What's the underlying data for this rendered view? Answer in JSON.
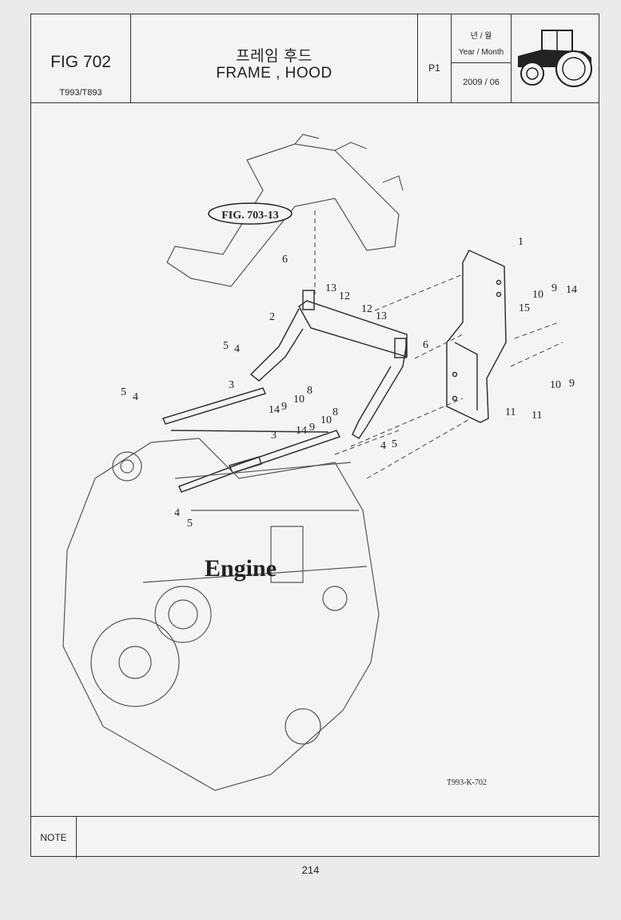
{
  "header": {
    "fig_no": "FIG 702",
    "model": "T993/T893",
    "title_kr": "프레임 후드",
    "title_en": "FRAME , HOOD",
    "page": "P1",
    "date_kr": "년 / 월",
    "date_en": "Year / Month",
    "date_value": "2009 / 06",
    "thumbnail_icon": "tractor-icon"
  },
  "drawing": {
    "ref_label": "FIG. 703-13",
    "engine_label": "Engine",
    "drawing_code": "T993-K-702",
    "callouts": [
      "1",
      "2",
      "3",
      "3",
      "4",
      "4",
      "4",
      "4",
      "5",
      "5",
      "5",
      "5",
      "6",
      "6",
      "8",
      "8",
      "9",
      "9",
      "9",
      "9",
      "10",
      "10",
      "10",
      "10",
      "11",
      "11",
      "12",
      "12",
      "13",
      "13",
      "14",
      "14",
      "14",
      "15"
    ]
  },
  "note_label": "NOTE",
  "page_number": "214",
  "colors": {
    "line": "#333333",
    "paper": "#f4f4f2"
  }
}
